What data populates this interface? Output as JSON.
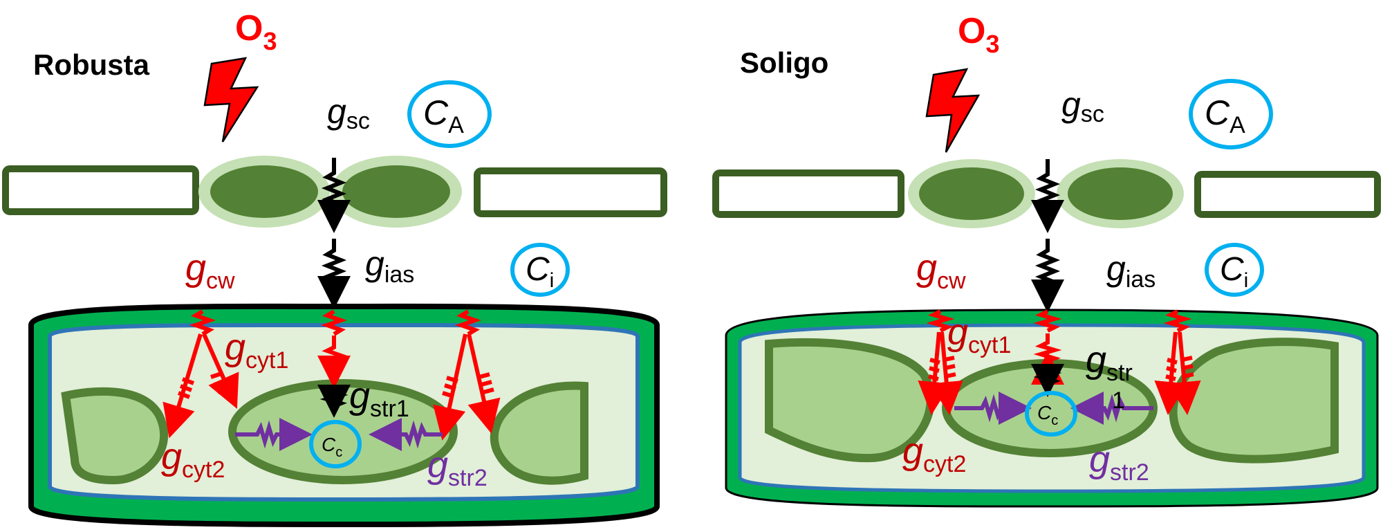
{
  "panels": [
    {
      "cultivar": "Robusta",
      "ozone": {
        "main": "O",
        "sub": "3"
      },
      "labels": {
        "gsc": {
          "main": "g",
          "sub": "sc"
        },
        "CA": {
          "main": "C",
          "sub": "A"
        },
        "gias": {
          "main": "g",
          "sub": "ias"
        },
        "Ci": {
          "main": "C",
          "sub": "i"
        },
        "gcw": {
          "main": "g",
          "sub": "cw"
        },
        "gcyt1": {
          "main": "g",
          "sub": "cyt1"
        },
        "gstr1": {
          "main": "g",
          "sub": "str1"
        },
        "Cc": {
          "main": "C",
          "sub": "c"
        },
        "gcyt2": {
          "main": "g",
          "sub": "cyt2"
        },
        "gstr2": {
          "main": "g",
          "sub": "str2"
        }
      }
    },
    {
      "cultivar": "Soligo",
      "ozone": {
        "main": "O",
        "sub": "3"
      },
      "labels": {
        "gsc": {
          "main": "g",
          "sub": "sc"
        },
        "CA": {
          "main": "C",
          "sub": "A"
        },
        "gias": {
          "main": "g",
          "sub": "ias"
        },
        "Ci": {
          "main": "C",
          "sub": "i"
        },
        "gcw": {
          "main": "g",
          "sub": "cw"
        },
        "gcyt1": {
          "main": "g",
          "sub": "cyt1"
        },
        "gstr1": {
          "main": "g",
          "sub": "str",
          "sub2": "1"
        },
        "Cc": {
          "main": "C",
          "sub": "c"
        },
        "gcyt2": {
          "main": "g",
          "sub": "cyt2"
        },
        "gstr2": {
          "main": "g",
          "sub": "str2"
        }
      }
    }
  ],
  "colors": {
    "ozone_red": "#ff0000",
    "conductance_red": "#c00000",
    "purple": "#7030a0",
    "cyan": "#00b0f0",
    "dark_green": "#3b5e23",
    "mid_green": "#538135",
    "chloroplast_fill": "#a9d18e",
    "light_green": "#c5e0b4",
    "cytoplasm": "#e2efd9",
    "wall_green": "#00b050",
    "membrane_blue": "#2e75b6"
  }
}
